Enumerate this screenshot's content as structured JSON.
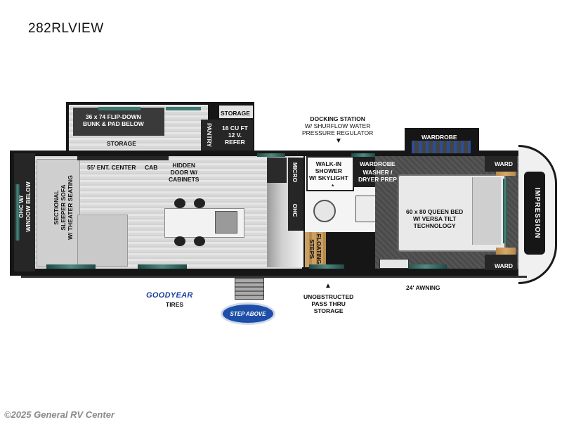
{
  "model_name": "282RLVIEW",
  "labels": {
    "flip_down_bunk": [
      "36 x 74 FLIP-DOWN",
      "BUNK & PAD BELOW"
    ],
    "slide_storage": "STORAGE",
    "storage_top": "STORAGE",
    "pantry": "PANTRY",
    "refer": [
      "16 CU FT",
      "12 V.",
      "REFER"
    ],
    "docking_station": [
      "DOCKING STATION",
      "W/ SHURFLOW WATER",
      "PRESSURE REGULATOR"
    ],
    "wardrobe_top": "WARDROBE",
    "ent_center": "55' ENT. CENTER",
    "cab": "CAB",
    "hidden_door": [
      "HIDDEN",
      "DOOR W/",
      "CABINETS"
    ],
    "micro": "MICRO",
    "ohc": "OHC",
    "walk_in_shower": [
      "WALK-IN",
      "SHOWER",
      "W/ SKYLIGHT"
    ],
    "wardrobe_bath": "WARDROBE",
    "washer_dryer": [
      "WASHER /",
      "DRYER PREP"
    ],
    "ward_top": "WARD",
    "ward_bottom": "WARD",
    "ohc_window": [
      "OHC W/",
      "WINDOW BELOW"
    ],
    "sectional": [
      "SECTIONAL",
      "SLEEPER SOFA",
      "W/ THEATER SEATING"
    ],
    "floating_steps": [
      "FLOATING",
      "STEPS"
    ],
    "queen_bed": [
      "60 x 80 QUEEN BED",
      "W/ VERSA TILT",
      "TECHNOLOGY"
    ],
    "awning": "24' AWNING",
    "pass_thru": [
      "UNOBSTRUCTED",
      "PASS THRU",
      "STORAGE"
    ],
    "tires": "TIRES",
    "goodyear_logo": "GOODYEAR",
    "step_above_logo": "STEP ABOVE",
    "impression_logo": "IMPRESSION",
    "asterisk": "*"
  },
  "watermark": "©2025 General RV Center",
  "colors": {
    "wall": "#161616",
    "floor": "#dcdcdc",
    "window": "#3d7a70",
    "goodyear_blue": "#1a3f9a",
    "goodyear_yellow": "#f2c200",
    "step_above_blue": "#1d4fa8"
  }
}
